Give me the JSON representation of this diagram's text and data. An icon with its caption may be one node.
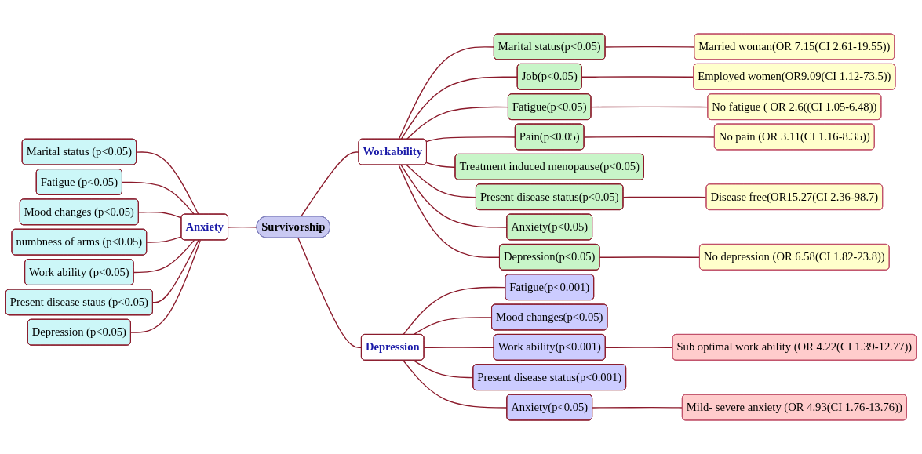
{
  "diagram": {
    "nodes": [
      {
        "text": [
          "Marital status (p<0.05)"
        ]
      },
      {
        "text": [
          "Fatigue (p<0.05)"
        ]
      },
      {
        "text": [
          "Mood changes (p<0.05)"
        ]
      },
      {
        "text": [
          "numbness of arms (p<0.05)"
        ]
      },
      {
        "text": [
          "Work ability (p<0.05)"
        ]
      },
      {
        "text": [
          "Present disease staus (p<0.05)"
        ]
      },
      {
        "text": [
          "Depression (p<0.05)"
        ]
      },
      {
        "text": [
          "Anxiety"
        ]
      },
      {
        "text": [
          "Survivorship"
        ]
      },
      {
        "text": [
          "Workability"
        ]
      },
      {
        "text": [
          "Marital status(p<0.05)"
        ]
      },
      {
        "text": [
          "Married woman(OR 7.15(CI 2.61-19.55))"
        ]
      },
      {
        "text": [
          "Job(p<0.05)"
        ]
      },
      {
        "text": [
          "Employed women(OR9.09(CI 1.12-73.5))"
        ]
      },
      {
        "text": [
          "Fatigue(p<0.05)"
        ]
      },
      {
        "text": [
          "No fatigue ( OR 2.6((CI 1.05-6.48))"
        ]
      },
      {
        "text": [
          "Pain(p<0.05)"
        ]
      },
      {
        "text": [
          "No pain (OR 3.11(CI 1.16-8.35))"
        ]
      },
      {
        "text": [
          "Treatment induced menopause(p<0.05)"
        ]
      },
      {
        "text": [
          "Present disease status(p<0.05)"
        ]
      },
      {
        "text": [
          "Disease free(OR15.27(CI 2.36-98.7)"
        ]
      },
      {
        "text": [
          "Anxiety(p<0.05)"
        ]
      },
      {
        "text": [
          "Depression(p<0.05)"
        ]
      },
      {
        "text": [
          "No depression (OR 6.58(CI 1.82-23.8))"
        ]
      },
      {
        "text": [
          "Depression"
        ]
      },
      {
        "text": [
          "Fatigue(p<0.001)"
        ]
      },
      {
        "text": [
          "Mood changes(p<0.05)"
        ]
      },
      {
        "text": [
          "Work ability(p<0.001)"
        ]
      },
      {
        "text": [
          "Sub optimal work ability (OR 4.22(CI 1.39-12.77))"
        ]
      },
      {
        "text": [
          "Present disease status(p<0.001)"
        ]
      },
      {
        "text": [
          "Anxiety(p<0.05)"
        ]
      },
      {
        "text": [
          "Mild- severe anxiety (OR 4.93(CI 1.76-13.76))"
        ]
      }
    ],
    "edges": [
      {
        "from": 0,
        "to": 7,
        "arrow": "none"
      },
      {
        "from": 1,
        "to": 7,
        "arrow": "none"
      },
      {
        "from": 2,
        "to": 7,
        "arrow": "none"
      },
      {
        "from": 3,
        "to": 7,
        "arrow": "none"
      },
      {
        "from": 4,
        "to": 7,
        "arrow": "none"
      },
      {
        "from": 5,
        "to": 7,
        "arrow": "none"
      },
      {
        "from": 6,
        "to": 7,
        "arrow": "none"
      },
      {
        "from": 7,
        "to": 8,
        "arrow": "none"
      },
      {
        "from": 8,
        "to": 9,
        "arrow": "none"
      },
      {
        "from": 8,
        "to": 24,
        "arrow": "none"
      },
      {
        "from": 9,
        "to": 10,
        "arrow": "none"
      },
      {
        "from": 9,
        "to": 12,
        "arrow": "none"
      },
      {
        "from": 9,
        "to": 14,
        "arrow": "none"
      },
      {
        "from": 9,
        "to": 16,
        "arrow": "none"
      },
      {
        "from": 9,
        "to": 18,
        "arrow": "none"
      },
      {
        "from": 9,
        "to": 19,
        "arrow": "none"
      },
      {
        "from": 9,
        "to": 21,
        "arrow": "none"
      },
      {
        "from": 9,
        "to": 22,
        "arrow": "none"
      },
      {
        "from": 10,
        "to": 11,
        "arrow": "none"
      },
      {
        "from": 12,
        "to": 13,
        "arrow": "none"
      },
      {
        "from": 14,
        "to": 15,
        "arrow": "none"
      },
      {
        "from": 16,
        "to": 17,
        "arrow": "none"
      },
      {
        "from": 19,
        "to": 20,
        "arrow": "none"
      },
      {
        "from": 22,
        "to": 23,
        "arrow": "none"
      },
      {
        "from": 24,
        "to": 25,
        "arrow": "none"
      },
      {
        "from": 24,
        "to": 26,
        "arrow": "none"
      },
      {
        "from": 24,
        "to": 27,
        "arrow": "none"
      },
      {
        "from": 24,
        "to": 29,
        "arrow": "none"
      },
      {
        "from": 24,
        "to": 30,
        "arrow": "none"
      },
      {
        "from": 27,
        "to": 28,
        "arrow": "none"
      },
      {
        "from": 30,
        "to": 31,
        "arrow": "none"
      }
    ]
  }
}
